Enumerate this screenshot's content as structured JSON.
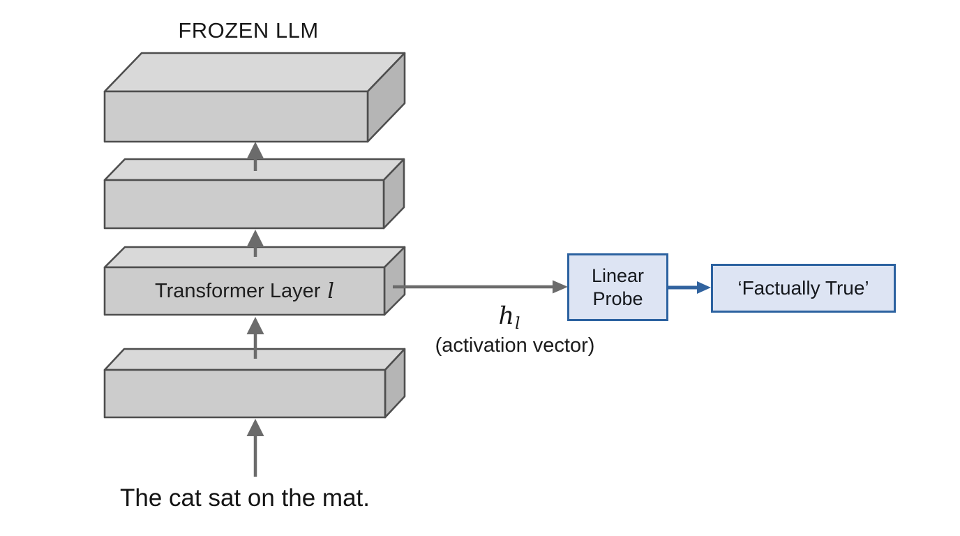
{
  "title": "FROZEN LLM",
  "colors": {
    "box_front": "#cccccc",
    "box_top": "#d9d9d9",
    "box_side": "#b5b5b5",
    "box_stroke": "#4e4e4e",
    "arrow_gray": "#6b6b6b",
    "arrow_blue": "#31639f",
    "probe_fill": "#dde4f3",
    "probe_border": "#2c62a0",
    "text_dark": "#1c1c1c"
  },
  "stack": {
    "layers": [
      {
        "id": "layer-top"
      },
      {
        "id": "layer-upper"
      },
      {
        "id": "layer-probed",
        "label_prefix": "Transformer Layer",
        "label_symbol": "l"
      },
      {
        "id": "layer-input"
      }
    ]
  },
  "activation": {
    "symbol": "h",
    "subscript": "l",
    "caption": "(activation vector)"
  },
  "probe": {
    "label": "Linear Probe"
  },
  "output": {
    "label": "‘Factually True’"
  },
  "input": {
    "sentence": "The cat sat on the mat."
  }
}
